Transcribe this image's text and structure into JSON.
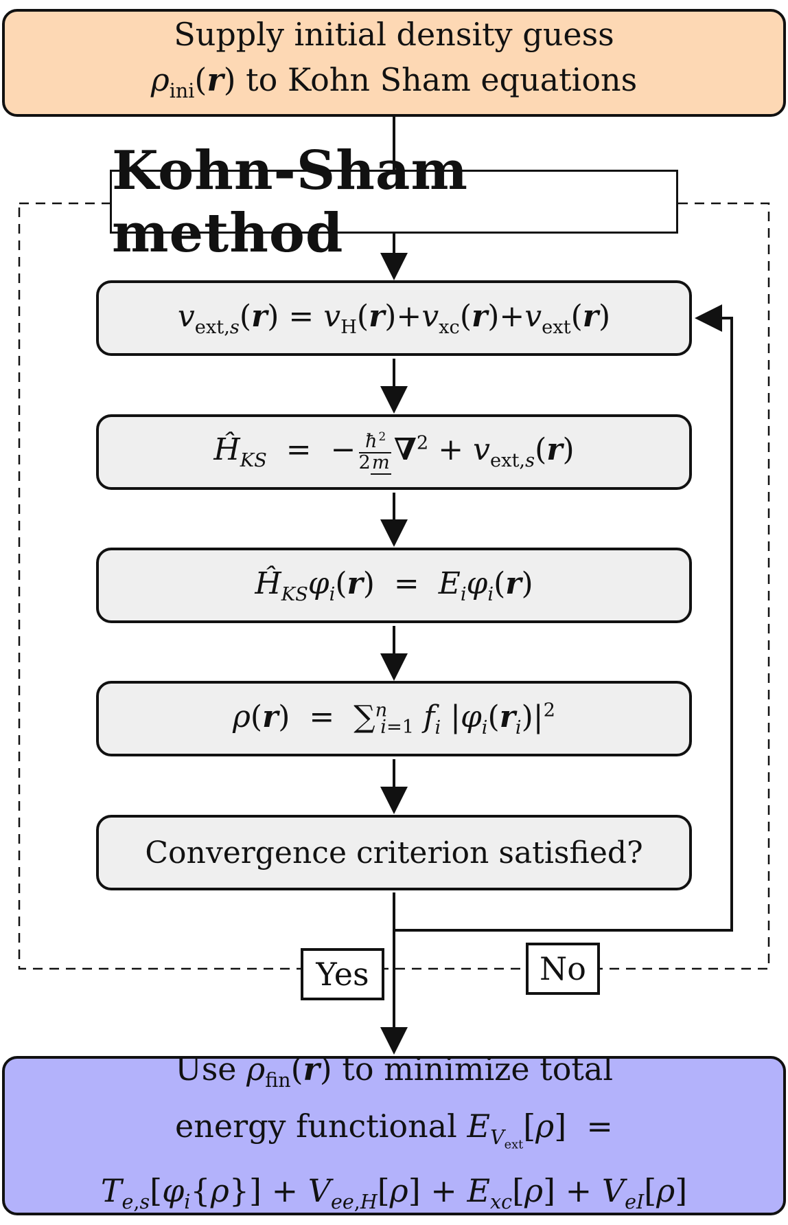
{
  "top_box": {
    "line1": "Supply initial density guess",
    "line2": "ρ_ini(r) to Kohn Sham equations"
  },
  "method_title": "Kohn-Sham method",
  "steps": [
    {
      "text": "v_ext,s(r) = v_H(r) + v_xc(r) + v_ext(r)"
    },
    {
      "text": "Ĥ_KS = −(ħ²/2m)∇² + v_ext,s(r)"
    },
    {
      "text": "Ĥ_KS φ_i(r) = E_i φ_i(r)"
    },
    {
      "text": "ρ(r) = Σ_{i=1}^{n} f_i |φ_i(r_i)|²"
    },
    {
      "text": "Convergence criterion satisfied?"
    }
  ],
  "labels": {
    "yes": "Yes",
    "no": "No"
  },
  "bottom_box": {
    "line1": "Use ρ_fin(r) to minimize total",
    "line2": "energy functional E_Vext[ρ] =",
    "line3": "T_e,s[φ_i{ρ}] + V_ee,H[ρ] + E_xc[ρ] + V_eI[ρ]"
  },
  "colors": {
    "top": "#fdd8b4",
    "step": "#efefef",
    "bottom": "#b3b2fb",
    "stroke": "#111111"
  }
}
